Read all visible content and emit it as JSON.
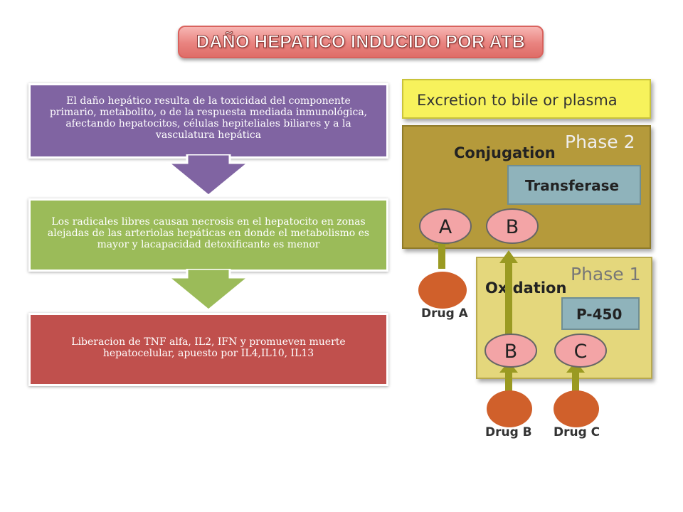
{
  "title": "DAÑO HEPATICO INDUCIDO POR ATB",
  "steps": [
    {
      "text": "El daño hepático resulta de la toxicidad del componente primario, metabolito, o de la respuesta mediada inmunológica, afectando hepatocitos, células hepiteliales biliares y a la vasculatura hepática",
      "color": "#8064a2"
    },
    {
      "text": "Los radicales libres causan necrosis en el hepatocito en zonas alejadas de las arteriolas hepáticas en donde el metabolismo es mayor y lacapacidad detoxificante es menor",
      "color": "#9bbb59"
    },
    {
      "text": "Liberacion de TNF alfa, IL2, IFN y promueven muerte hepatocelular, apuesto por IL4,IL10, IL13",
      "color": "#c0504d"
    }
  ],
  "figure": {
    "excretion": "Excretion to bile or plasma",
    "phase2": "Phase 2",
    "conjugation": "Conjugation",
    "transferase": "Transferase",
    "phase1": "Phase 1",
    "oxidation": "Oxidation",
    "p450": "P-450",
    "metabolites": {
      "a": "A",
      "b2": "B",
      "b1": "B",
      "c": "C"
    },
    "drugs": {
      "a": "Drug A",
      "b": "Drug B",
      "c": "Drug C"
    },
    "colors": {
      "excretion_bg": "#f7f25c",
      "phase2_bg": "#b59a3a",
      "phase1_bg": "#e4d77c",
      "enzyme_bg": "#8fb3bb",
      "metabolite": "#f3a4a6",
      "drug": "#d0602b",
      "arrow": "#9a9a22"
    }
  }
}
